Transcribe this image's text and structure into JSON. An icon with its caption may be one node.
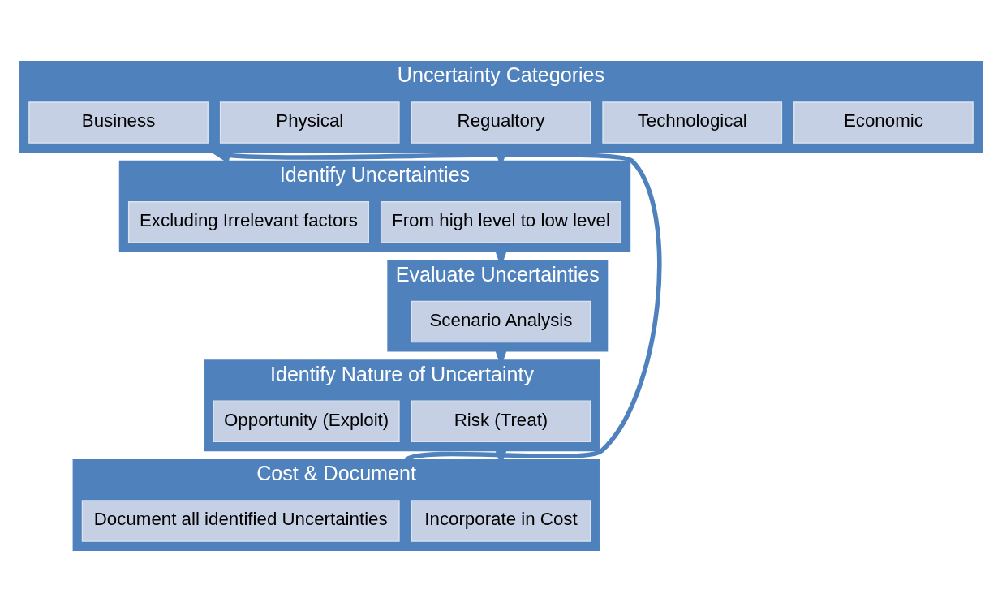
{
  "diagram": {
    "nodes": [
      {
        "text": [
          "Uncertainty Categories"
        ]
      },
      {
        "text": [
          "Economic"
        ],
        "in": 0
      },
      {
        "text": [
          "Technological"
        ],
        "in": 0
      },
      {
        "text": [
          "Regualtory"
        ],
        "in": 0
      },
      {
        "text": [
          "Physical"
        ],
        "in": 0
      },
      {
        "text": [
          "Business"
        ],
        "in": 0
      },
      {
        "text": [
          "Identify Uncertainties"
        ]
      },
      {
        "text": [
          "From high level to low level"
        ],
        "in": 6
      },
      {
        "text": [
          "Excluding Irrelevant factors"
        ],
        "in": 6
      },
      {
        "text": [
          "Evaluate Uncertainties"
        ]
      },
      {
        "text": [
          "Scenario Analysis"
        ],
        "in": 9
      },
      {
        "text": [
          "Identify Nature of Uncertainty"
        ]
      },
      {
        "text": [
          "Risk (Treat)"
        ],
        "in": 11
      },
      {
        "text": [
          "Opportunity (Exploit)"
        ],
        "in": 11
      },
      {
        "text": [
          "Cost & Document"
        ]
      },
      {
        "text": [
          "Incorporate in Cost"
        ],
        "in": 14
      },
      {
        "text": [
          "Document all identified Uncertainties"
        ],
        "in": 14
      }
    ],
    "edges": [
      {
        "from": 0,
        "to": 6,
        "arrow": "to"
      },
      {
        "from": 6,
        "to": 9,
        "arrow": "to"
      },
      {
        "from": 9,
        "to": 11,
        "arrow": "to"
      },
      {
        "from": 11,
        "to": 14,
        "arrow": "to"
      },
      {
        "from": 14,
        "to": 0,
        "arrow": "to"
      }
    ]
  }
}
